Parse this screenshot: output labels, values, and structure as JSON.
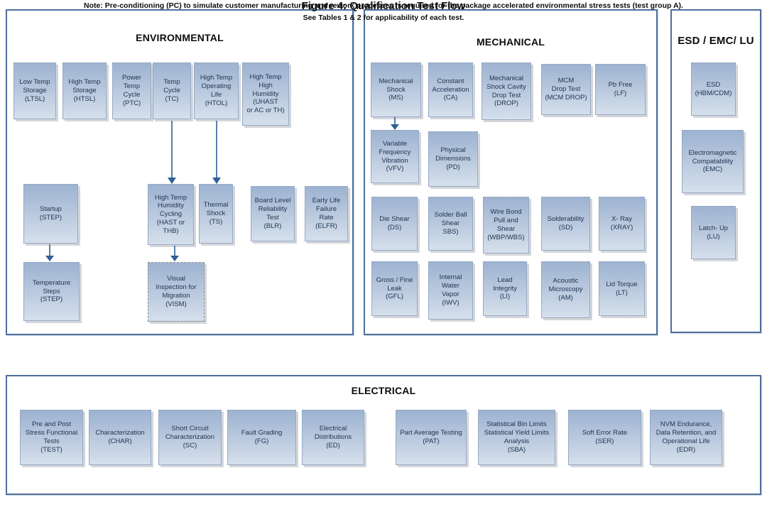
{
  "figure": {
    "caption": "Figure 4:  Qualification Test Flow"
  },
  "note": {
    "text": "Note:  Pre-conditioning (PC) to simulate customer manufacturing and rework processes is required for the package accelerated environmental stress tests (test group A).\nSee Tables 1 & 2 for applicability of each test."
  },
  "colors": {
    "container_border": "#4e6f9c",
    "box_gradient_top": "#9db3d1",
    "box_gradient_bottom": "#d6e0ec",
    "box_text": "#1e3450",
    "arrow": "#2e5f96"
  },
  "sections": {
    "environmental": {
      "title": "ENVIRONMENTAL",
      "boxes": [
        {
          "label": "Low Temp\nStorage\n(LTSL)"
        },
        {
          "label": "High Temp\nStorage\n(HTSL)"
        },
        {
          "label": "Power\nTemp\nCycle\n(PTC)"
        },
        {
          "label": "Temp\nCycle\n(TC)"
        },
        {
          "label": "High Temp\nOperating\nLife\n(HTOL)"
        },
        {
          "label": "High Temp\nHigh\nHumidity\n(UHAST\nor AC or TH)"
        },
        {
          "label": "Startup\n(STEP)"
        },
        {
          "label": "High Temp\nHumidity\nCycling\n(HAST or\nTHB)"
        },
        {
          "label": "Thermal\nShock\n(TS)"
        },
        {
          "label": "Board Level\nReliability\nTest\n(BLR)"
        },
        {
          "label": "Early Life\nFailure\nRate\n(ELFR)"
        },
        {
          "label": "Temperature\nSteps\n(STEP)"
        },
        {
          "label": "Visual\nInspection for\nMigration\n(VISM)"
        }
      ]
    },
    "mechanical": {
      "title": "MECHANICAL",
      "boxes": [
        {
          "label": "Mechanical\nShock\n(MS)"
        },
        {
          "label": "Constant\nAcceleration\n(CA)"
        },
        {
          "label": "Mechanical\nShock Cavity\nDrop Test\n(DROP)"
        },
        {
          "label": "MCM\nDrop Test\n(MCM DROP)"
        },
        {
          "label": "Pb Free\n(LF)"
        },
        {
          "label": "Variable\nFrequency\nVibration\n(VFV)"
        },
        {
          "label": "Physical\nDimensions\n(PD)"
        },
        {
          "label": "Die Shear\n(DS)"
        },
        {
          "label": "Solder Ball\nShear\nSBS)"
        },
        {
          "label": "Wire Bond\nPull and\nShear\n(WBP/WBS)"
        },
        {
          "label": "Solderability\n(SD)"
        },
        {
          "label": "X- Ray\n(XRAY)"
        },
        {
          "label": "Gross / Fine\nLeak\n(GFL)"
        },
        {
          "label": "Internal\nWater\nVapor\n(IWV)"
        },
        {
          "label": "Lead\nIntegrity\n(LI)"
        },
        {
          "label": "Acoustic\nMicroscopy\n(AM)"
        },
        {
          "label": "Lid Torque\n(LT)"
        }
      ]
    },
    "esd": {
      "title": "ESD / EMC/ LU",
      "boxes": [
        {
          "label": "ESD\n(HBM/CDM)"
        },
        {
          "label": "Electromagnetic\nCompatability\n(EMC)"
        },
        {
          "label": "Latch- Up\n(LU)"
        }
      ]
    },
    "electrical": {
      "title": "ELECTRICAL",
      "boxes": [
        {
          "label": "Pre and Post\nStress Functional\nTests\n(TEST)"
        },
        {
          "label": "Characterization\n(CHAR)"
        },
        {
          "label": "Short Circuit\nCharacterization\n(SC)"
        },
        {
          "label": "Fault Grading\n(FG)"
        },
        {
          "label": "Electrical\nDistributions\n(ED)"
        },
        {
          "label": "Part Average Testing\n(PAT)"
        },
        {
          "label": "Statistical Bin Limits\nStatistical Yield Limits\nAnalysis\n(SBA)"
        },
        {
          "label": "Soft Error Rate\n(SER)"
        },
        {
          "label": "NVM Endurance,\nData Retention, and\nOperational Life\n(EDR)"
        }
      ]
    }
  },
  "flows": [
    {
      "from": "Temp Cycle (TC)",
      "to": "High Temp Humidity Cycling (HAST or THB)"
    },
    {
      "from": "High Temp Operating Life (HTOL)",
      "to": "Thermal Shock (TS)"
    },
    {
      "from": "Startup (STEP)",
      "to": "Temperature Steps (STEP)"
    },
    {
      "from": "High Temp Humidity Cycling (HAST or THB)",
      "to": "Visual Inspection for Migration (VISM)"
    },
    {
      "from": "Mechanical Shock (MS)",
      "to": "Variable Frequency Vibration (VFV)"
    }
  ]
}
